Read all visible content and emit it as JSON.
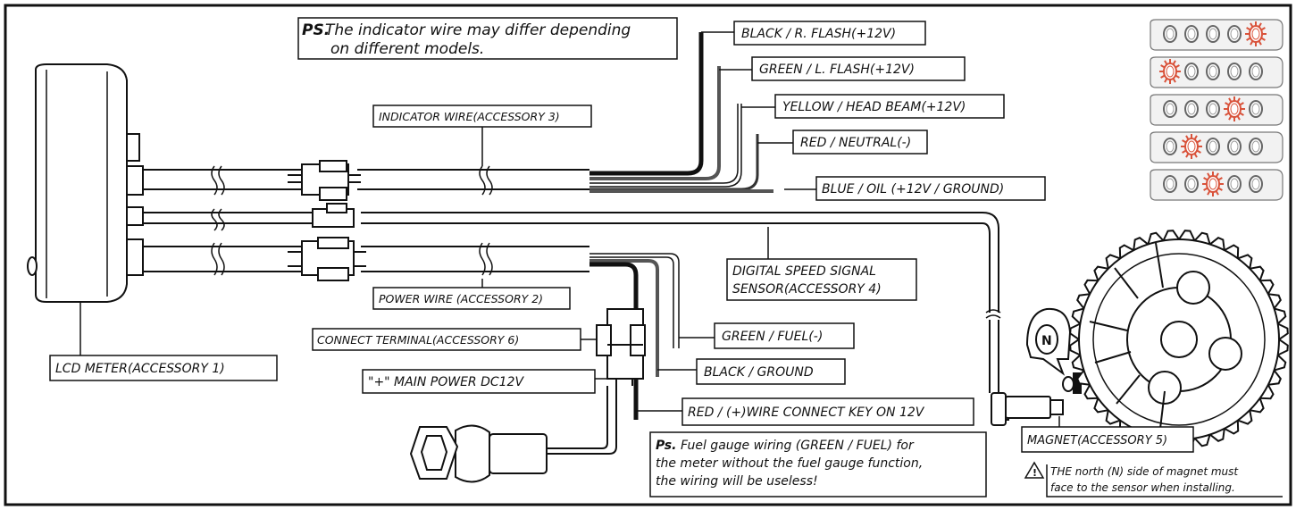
{
  "notes": {
    "ps_prefix": "PS.",
    "ps_line1": "The indicator wire may differ depending",
    "ps_line2": "on different models.",
    "fuel_prefix": "Ps.",
    "fuel_line1": "Fuel gauge wiring (GREEN / FUEL) for",
    "fuel_line2": "the meter without the fuel gauge function,",
    "fuel_line3": "the wiring will be useless!"
  },
  "indicator_wires": {
    "black": "BLACK / R. FLASH(+12V)",
    "green": "GREEN / L. FLASH(+12V)",
    "yellow": "YELLOW / HEAD BEAM(+12V)",
    "red": "RED / NEUTRAL(-)",
    "blue": "BLUE / OIL (+12V / GROUND)"
  },
  "power_wires": {
    "green": "GREEN / FUEL(-)",
    "black": "BLACK / GROUND",
    "red": "RED / (+)WIRE CONNECT KEY ON 12V"
  },
  "accessories": {
    "indicator_wire": "INDICATOR WIRE(ACCESSORY 3)",
    "power_wire": "POWER WIRE (ACCESSORY 2)",
    "lcd_meter": "LCD METER(ACCESSORY 1)",
    "connect_terminal": "CONNECT TERMINAL(ACCESSORY 6)",
    "main_power": "\"+\" MAIN POWER DC12V",
    "speed_sensor_line1": "DIGITAL SPEED SIGNAL",
    "speed_sensor_line2": "SENSOR(ACCESSORY 4)",
    "magnet": "MAGNET(ACCESSORY 5)"
  },
  "warning": {
    "line1": "THE north (N) side of magnet must",
    "line2": "face to the sensor when installing."
  },
  "magnet_letter": "N",
  "colors": {
    "line": "#111111",
    "indicator_lamp": "#d9533b",
    "indicator_fill": "#f2f2f2"
  },
  "indicator_panels": [
    {
      "lit": 4
    },
    {
      "lit": 0
    },
    {
      "lit": 3
    },
    {
      "lit": 1
    },
    {
      "lit": 2
    }
  ]
}
